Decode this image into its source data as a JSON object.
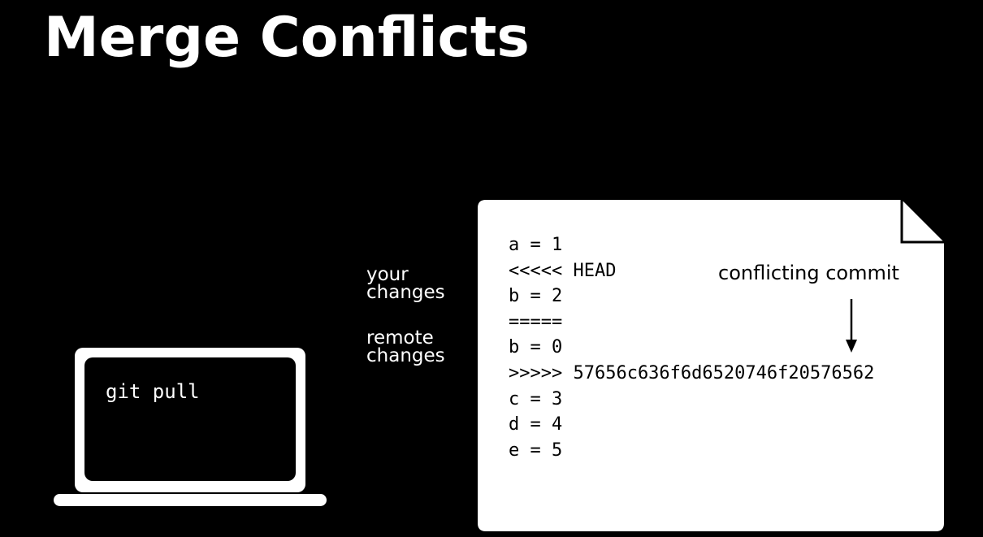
{
  "slide": {
    "title": "Merge Conflicts"
  },
  "laptop": {
    "command": "git pull"
  },
  "labels": {
    "your_changes": [
      "your",
      "changes"
    ],
    "remote_changes": [
      "remote",
      "changes"
    ]
  },
  "file": {
    "lines": [
      "a = 1",
      "<<<<< HEAD",
      "b = 2",
      "=====",
      "b = 0",
      ">>>>> 57656c636f6d6520746f20576562",
      "c = 3",
      "d = 4",
      "e = 5"
    ],
    "annotation": "conflicting commit"
  },
  "icons": {
    "laptop": "laptop-icon",
    "document": "document-icon",
    "arrow": "arrow-down-icon",
    "brace": "left-brace-icon"
  },
  "colors": {
    "background": "#000000",
    "foreground": "#ffffff",
    "file_text": "#000000"
  }
}
